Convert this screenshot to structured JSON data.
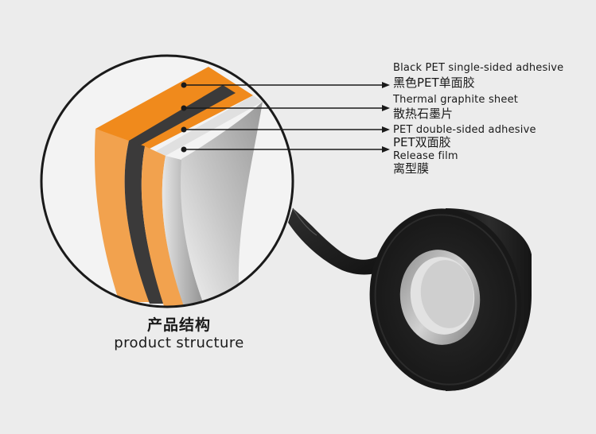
{
  "layers": [
    {
      "en": "Black PET single-sided adhesive",
      "cn": "黑色PET单面胶"
    },
    {
      "en": "Thermal graphite sheet",
      "cn": "散热石墨片"
    },
    {
      "en": "PET double-sided adhesive",
      "cn": "PET双面胶"
    },
    {
      "en": "Release film",
      "cn": "离型膜"
    }
  ],
  "caption": {
    "cn": "产品结构",
    "en": "product structure"
  },
  "colors": {
    "background": "#ececec",
    "orange": "#f08a1c",
    "orange_side": "#f2a24e",
    "graphite": "#3b3a3a",
    "release_film": "#c9c9c9",
    "tape_outer": "#1c1c1c",
    "core": "#a8a8a8"
  }
}
